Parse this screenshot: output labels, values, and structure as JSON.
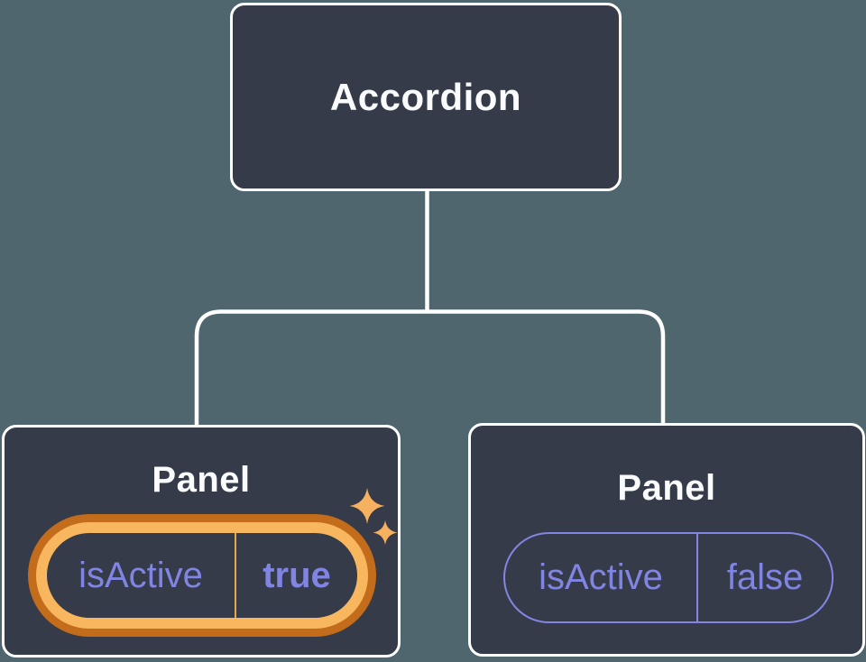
{
  "tree": {
    "root_label": "Accordion",
    "panels": [
      {
        "title": "Panel",
        "state_key": "isActive",
        "state_value": "true",
        "highlighted": true
      },
      {
        "title": "Panel",
        "state_key": "isActive",
        "state_value": "false",
        "highlighted": false
      }
    ]
  },
  "icons": {
    "sparkles": "sparkles-icon"
  },
  "colors": {
    "background": "#4f666e",
    "node_fill": "#353b48",
    "node_border": "#ffffff",
    "connector": "#ffffff",
    "title_text": "#fafbfc",
    "state_text": "#8084e2",
    "active_ring_outer": "#c26c1c",
    "active_ring_inner": "#f8b65f",
    "active_divider": "#e8a64d",
    "inactive_border": "#8285e2",
    "sparkle": "#f6b160"
  }
}
